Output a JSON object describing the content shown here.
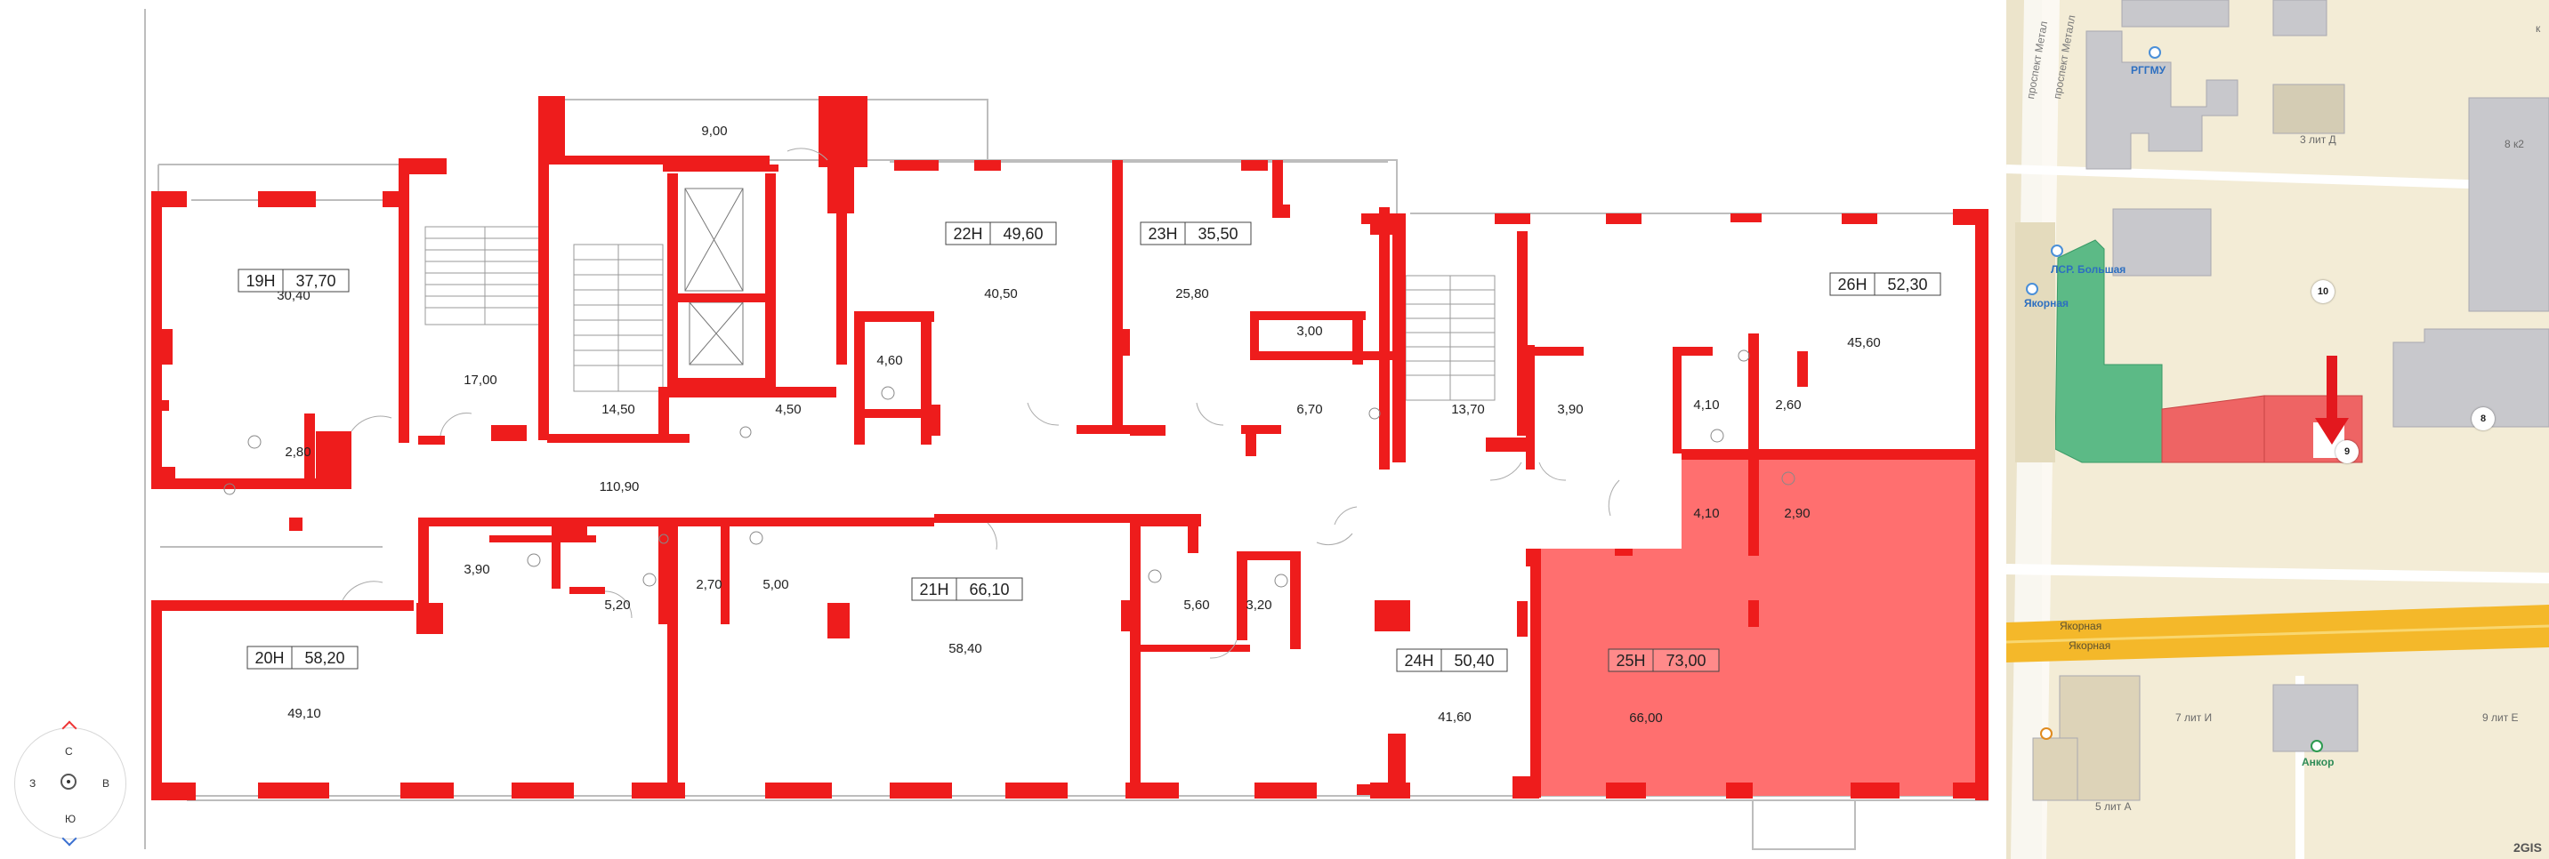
{
  "colors": {
    "wall": "#ee1c1c",
    "highlight_fill": "#ff6f6f",
    "outline": "#bdbdbd",
    "map_base": "#f3ecd6",
    "map_road": "#f4b82a",
    "building_grey": "#c8c8cc",
    "building_green": "#5cba86",
    "building_selected": "#ee6464",
    "arrow": "#e3181e"
  },
  "floorplan": {
    "units": [
      {
        "id": "19H",
        "area": "37,70"
      },
      {
        "id": "22H",
        "area": "49,60"
      },
      {
        "id": "23H",
        "area": "35,50"
      },
      {
        "id": "26H",
        "area": "52,30"
      },
      {
        "id": "20H",
        "area": "58,20"
      },
      {
        "id": "21H",
        "area": "66,10"
      },
      {
        "id": "24H",
        "area": "50,40"
      },
      {
        "id": "25H",
        "area": "73,00",
        "highlighted": true
      }
    ],
    "rooms": [
      "9,00",
      "30,40",
      "17,00",
      "14,50",
      "40,50",
      "25,80",
      "3,00",
      "45,60",
      "4,60",
      "4,50",
      "6,70",
      "13,70",
      "3,90",
      "4,10",
      "2,60",
      "2,80",
      "110,90",
      "4,10",
      "2,90",
      "3,90",
      "5,20",
      "2,70",
      "5,00",
      "5,60",
      "3,20",
      "49,10",
      "58,40",
      "41,60",
      "66,00"
    ]
  },
  "compass": {
    "north": "С",
    "south": "Ю",
    "west": "З",
    "east": "В"
  },
  "map": {
    "labels": {
      "street_a": "проспект Метал",
      "street_b": "проспект Металл",
      "poi_rggmu": "РГГМУ",
      "poi_lsr": "ЛСР. Большая",
      "poi_yakornaya": "Якорная",
      "road_1": "Якорная",
      "road_2": "Якорная",
      "house_3d": "3 лит Д",
      "house_8k2": "8 к2",
      "house_k": "к",
      "house_7i": "7 лит И",
      "house_9e": "9 лит Е",
      "house_5a": "5 лит А",
      "poi_ankor": "Анкор",
      "brand": "2GIS"
    },
    "house_numbers": {
      "n10": "10",
      "n8": "8",
      "n9": "9"
    }
  }
}
